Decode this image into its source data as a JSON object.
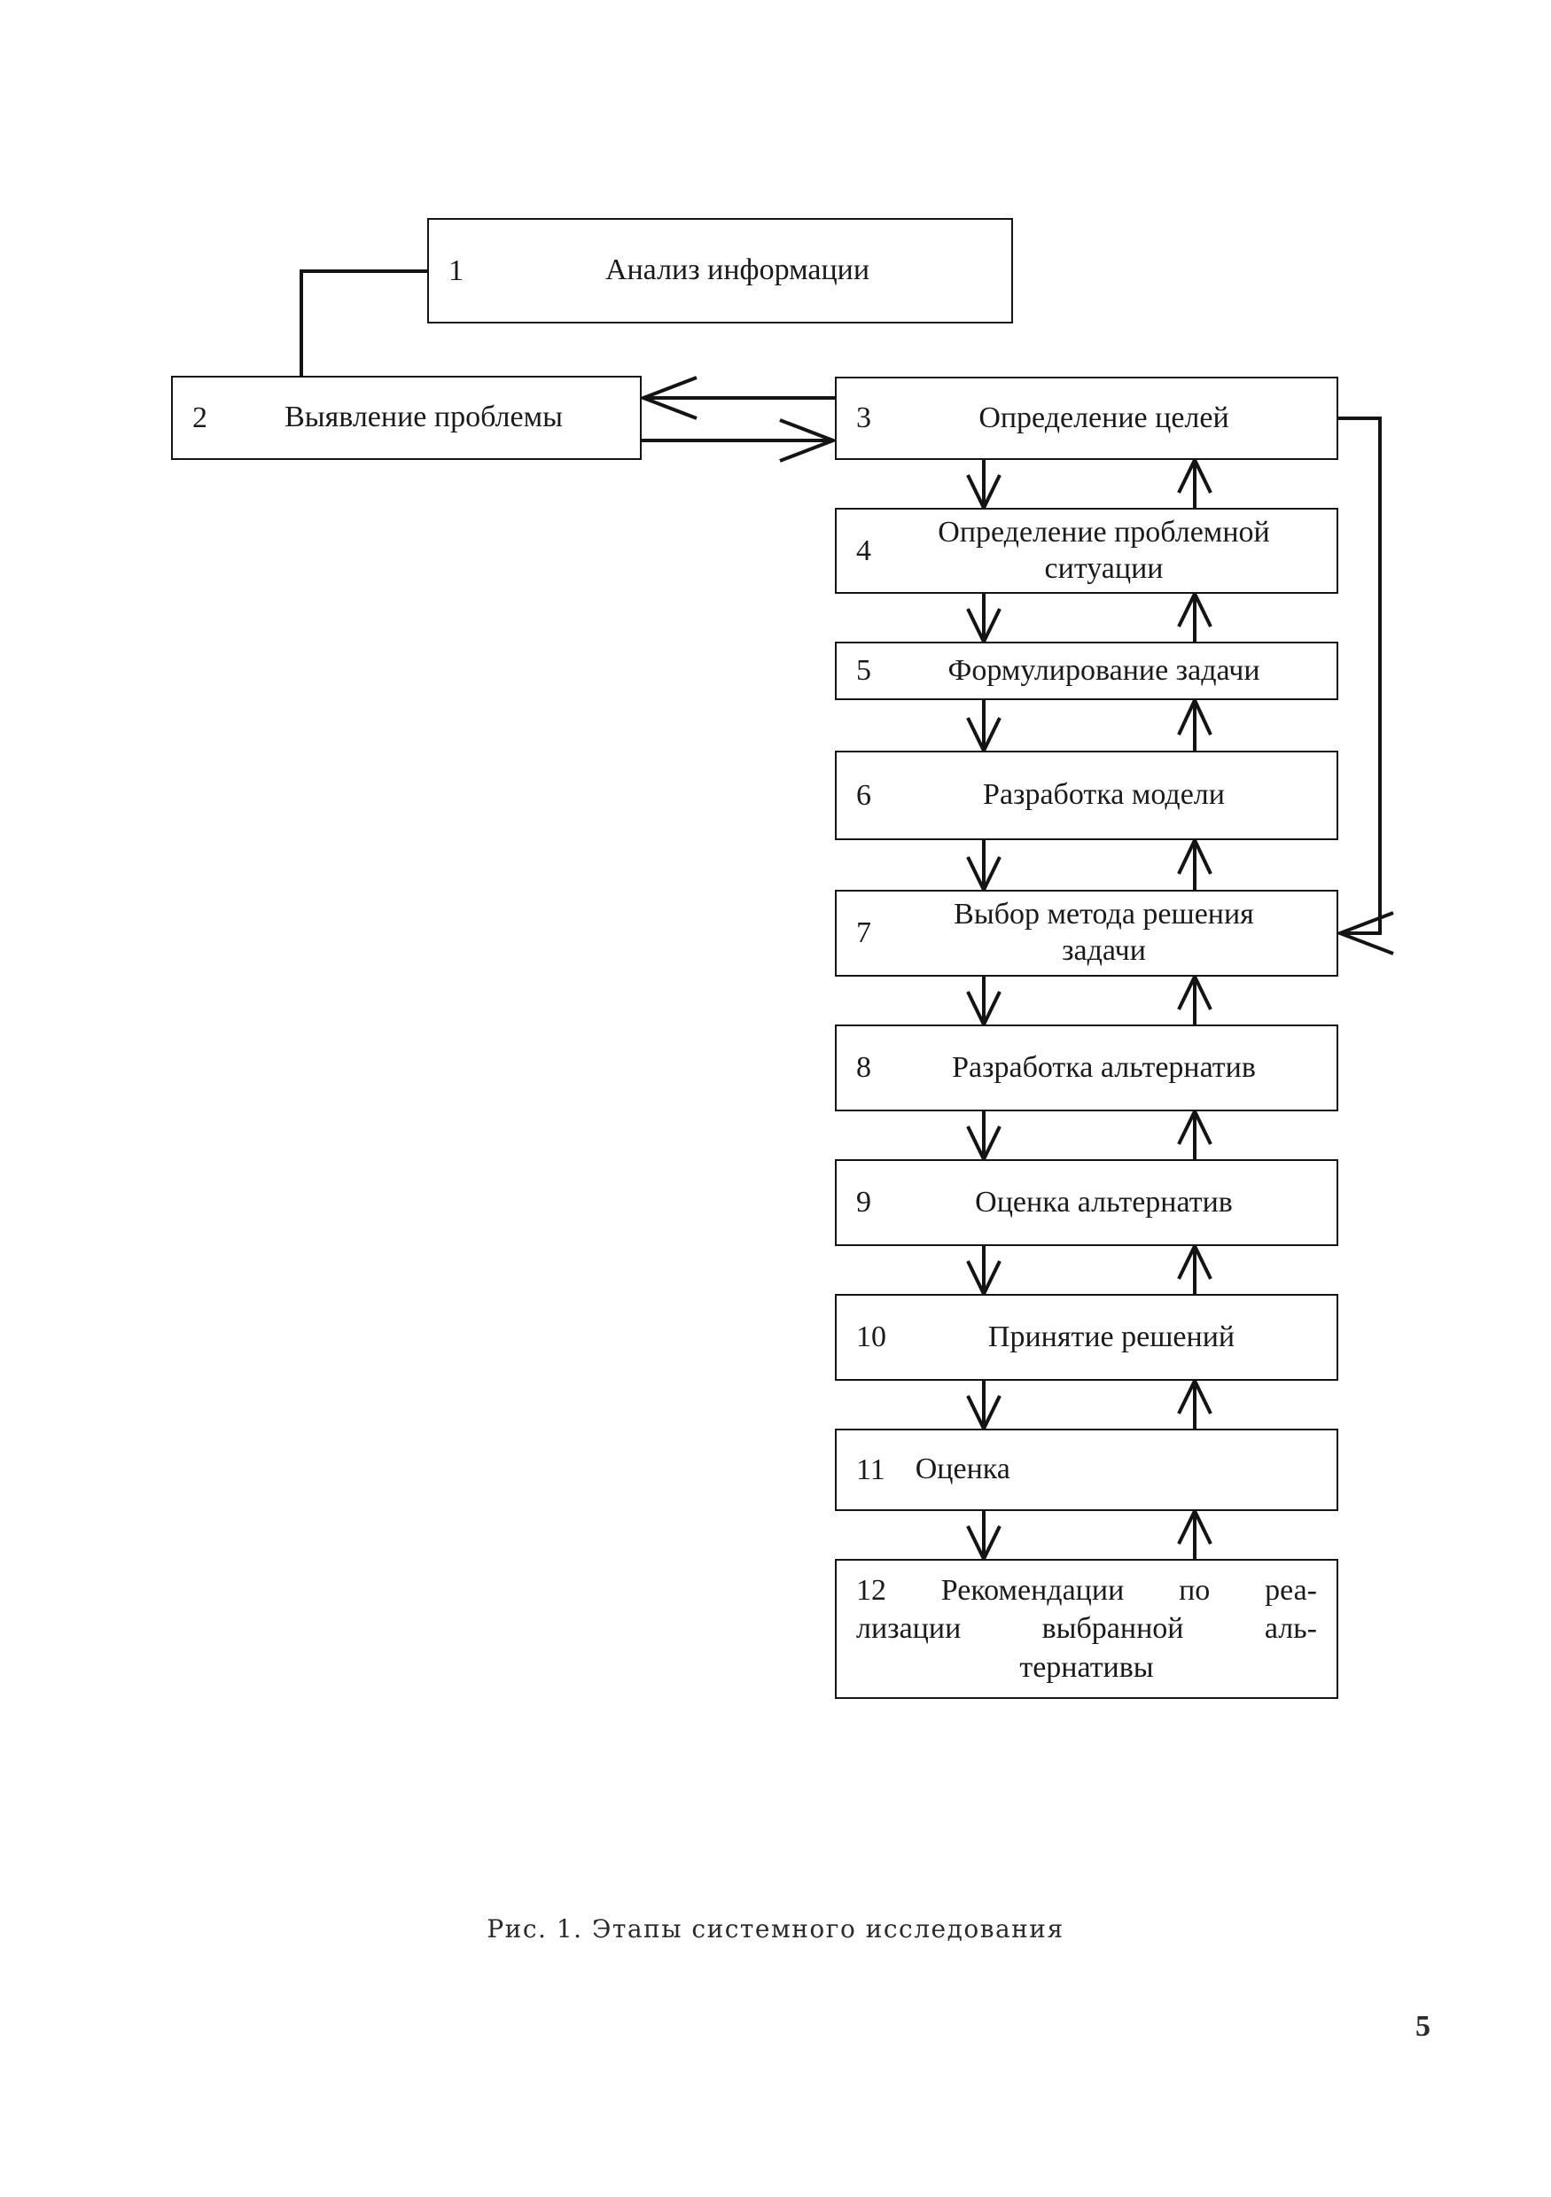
{
  "document": {
    "caption": "Рис. 1. Этапы системного исследования",
    "page_number": "5"
  },
  "diagram": {
    "title": "Этапы системного исследования",
    "stroke_color": "#141414",
    "background_color": "#ffffff",
    "nodes": [
      {
        "id": "1",
        "number": "1",
        "label": "Анализ информации"
      },
      {
        "id": "2",
        "number": "2",
        "label": "Выявление проблемы"
      },
      {
        "id": "3",
        "number": "3",
        "label": "Определение целей"
      },
      {
        "id": "4",
        "number": "4",
        "label": "Определение проблемной\nситуации"
      },
      {
        "id": "5",
        "number": "5",
        "label": "Формулирование задачи"
      },
      {
        "id": "6",
        "number": "6",
        "label": "Разработка модели"
      },
      {
        "id": "7",
        "number": "7",
        "label": "Выбор метода решения\nзадачи"
      },
      {
        "id": "8",
        "number": "8",
        "label": "Разработка альтернатив"
      },
      {
        "id": "9",
        "number": "9",
        "label": "Оценка альтернатив"
      },
      {
        "id": "10",
        "number": "10",
        "label": "Принятие решений"
      },
      {
        "id": "11",
        "number": "11",
        "label": "Оценка"
      },
      {
        "id": "12",
        "number": "12",
        "label": "Рекомендации по реализации выбранной альтернативы",
        "line1_words": [
          "Рекомендации",
          "по",
          "реа-"
        ],
        "line2_words": [
          "лизации",
          "выбранной",
          "аль-"
        ],
        "line3": "тернативы"
      }
    ],
    "edges": [
      {
        "from": "1",
        "to": "2",
        "kind": "elbow-left"
      },
      {
        "from": "3",
        "to": "2",
        "kind": "arrow-left"
      },
      {
        "from": "2",
        "to": "3",
        "kind": "arrow-right"
      },
      {
        "from": "3",
        "to": "4",
        "kind": "arrow-down"
      },
      {
        "from": "4",
        "to": "3",
        "kind": "arrow-up"
      },
      {
        "from": "4",
        "to": "5",
        "kind": "arrow-down"
      },
      {
        "from": "5",
        "to": "4",
        "kind": "arrow-up"
      },
      {
        "from": "5",
        "to": "6",
        "kind": "arrow-down"
      },
      {
        "from": "6",
        "to": "5",
        "kind": "arrow-up"
      },
      {
        "from": "6",
        "to": "7",
        "kind": "arrow-down"
      },
      {
        "from": "7",
        "to": "6",
        "kind": "arrow-up"
      },
      {
        "from": "7",
        "to": "8",
        "kind": "arrow-down"
      },
      {
        "from": "8",
        "to": "7",
        "kind": "arrow-up"
      },
      {
        "from": "8",
        "to": "9",
        "kind": "arrow-down"
      },
      {
        "from": "9",
        "to": "8",
        "kind": "arrow-up"
      },
      {
        "from": "9",
        "to": "10",
        "kind": "arrow-down"
      },
      {
        "from": "10",
        "to": "9",
        "kind": "arrow-up"
      },
      {
        "from": "10",
        "to": "11",
        "kind": "arrow-down"
      },
      {
        "from": "11",
        "to": "10",
        "kind": "arrow-up"
      },
      {
        "from": "11",
        "to": "12",
        "kind": "arrow-down"
      },
      {
        "from": "12",
        "to": "11",
        "kind": "arrow-up"
      },
      {
        "from": "3",
        "to": "7",
        "kind": "elbow-right-feedback"
      }
    ]
  }
}
